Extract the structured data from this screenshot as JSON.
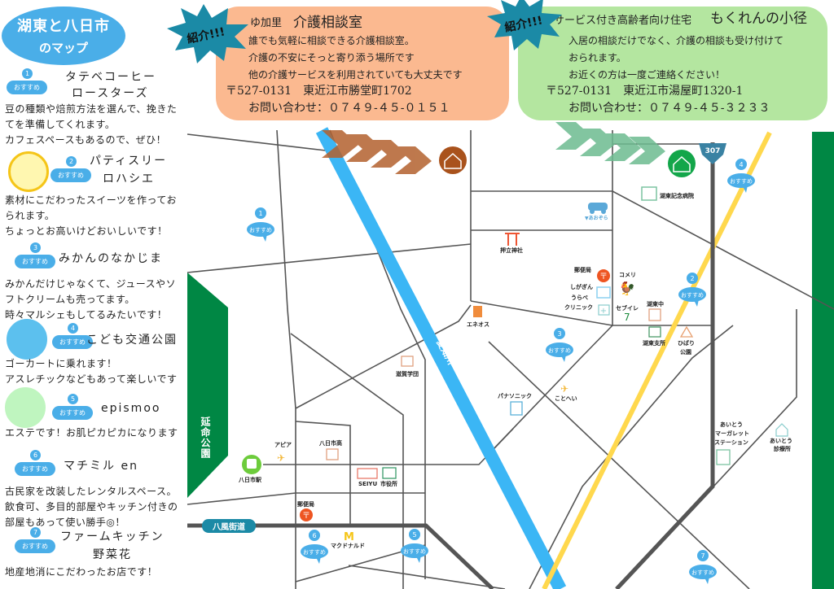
{
  "title": {
    "line1": "湖東と八日市",
    "line2": "のマップ"
  },
  "badge_label": "おすすめ",
  "spots": [
    {
      "num": "1",
      "name_lines": [
        "タテベコーヒー",
        "ロースターズ"
      ],
      "desc": [
        "豆の種類や焙煎方法を選んで、挽きた",
        "てを準備してくれます。",
        "カフェスペースもあるので、ぜひ！"
      ]
    },
    {
      "num": "2",
      "name_lines": [
        "パティスリー",
        "ロハシエ"
      ],
      "desc": [
        "素材にこだわったスイーツを作ってお",
        "られます。",
        "ちょっとお高いけどおいしいです！"
      ]
    },
    {
      "num": "3",
      "name_lines": [
        "みかんのなかじま"
      ],
      "desc": [
        "みかんだけじゃなくて、ジュースやソ",
        "フトクリームも売ってます。",
        "時々マルシェもしてるみたいです！"
      ]
    },
    {
      "num": "4",
      "name_lines": [
        "こども交通公園"
      ],
      "desc": [
        "ゴーカートに乗れます！",
        "アスレチックなどもあって楽しいです"
      ]
    },
    {
      "num": "5",
      "name_lines": [
        "epismoo"
      ],
      "desc": [
        "エステです！お肌ピカピカになります"
      ]
    },
    {
      "num": "6",
      "name_lines": [
        "マチミル en"
      ],
      "desc": [
        "古民家を改装したレンタルスペース。",
        "飲食可、多目的部屋やキッチン付きの",
        "部屋もあって使い勝手◎！"
      ]
    },
    {
      "num": "7",
      "name_lines": [
        "ファームキッチン",
        "野菜花"
      ],
      "desc": [
        "地産地消にこだわったお店です！"
      ]
    }
  ],
  "intro_label": "紹介!!!",
  "callouts": [
    {
      "prefix": "ゆ加里",
      "title": "介護相談室",
      "lines": [
        "誰でも気軽に相談できる介護相談室。",
        "介護の不安にそっと寄り添う場所です",
        "他の介護サービスを利用されていても大丈夫です"
      ],
      "address": "〒527-0131　東近江市勝堂町1702",
      "contact": "お問い合わせ：０７４９-４５-０１５１",
      "color": "#fbb990"
    },
    {
      "prefix": "サービス付き高齢者向け住宅",
      "title": "もくれんの小径",
      "lines": [
        "入居の相談だけでなく、介護の相談も受け付けて",
        "おられます。",
        "お近くの方は一度ご連絡ください！"
      ],
      "address": "〒527-0131　東近江市湯屋町1320-1",
      "contact": "お問い合わせ：０７４９-４５-３２３３",
      "color": "#b4e6a0"
    }
  ],
  "map": {
    "route": "307",
    "river": "愛知川",
    "road": "八風街道",
    "park": "延命公園",
    "labels": {
      "hospital": "湖東記念病院",
      "aozora": "▼あおぞら",
      "shrine": "押立神社",
      "post1": "郵便局",
      "komeri": "コメリ",
      "shigagin": "しがぎん",
      "urabe1": "うらべ",
      "urabe2": "クリニック",
      "seven": "セブイレ",
      "kotochu": "湖東中",
      "kotobranch": "湖東支所",
      "hibari1": "ひばり",
      "hibari2": "公園",
      "eneos": "エネオス",
      "shigagakuen": "滋賀学団",
      "panasonic": "パナソニック",
      "kotohei": "ことへい",
      "aito1": "あいとう",
      "aito2": "マーガレット",
      "aito3": "ステーション",
      "aitoclinic1": "あいとう",
      "aitoclinic2": "診療所",
      "appia": "アピア",
      "yokaichihigh": "八日市高",
      "station": "八日市駅",
      "seiyu": "SEIYU",
      "cityhall": "市役所",
      "post2": "郵便局",
      "mcd": "マクドナルド"
    }
  },
  "colors": {
    "accent": "#3aa6e0",
    "teal": "#1b8aa6",
    "green": "#008744",
    "river": "#3bb6f5",
    "rail": "#ffd84d"
  }
}
